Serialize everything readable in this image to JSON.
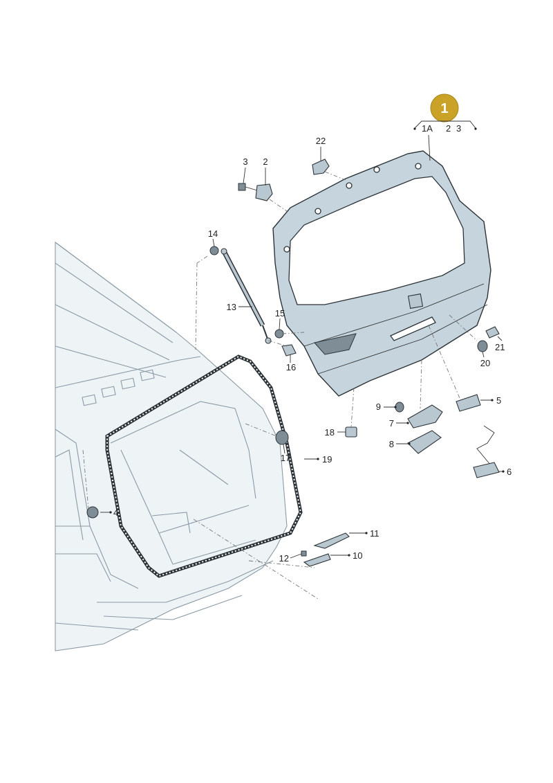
{
  "badge": {
    "text": "1",
    "color": "#c9a227"
  },
  "labels": {
    "l1A": "1A",
    "l2a": "2",
    "l3a": "3",
    "l2": "2",
    "l3": "3",
    "l4": "4",
    "l5": "5",
    "l6": "6",
    "l7": "7",
    "l8": "8",
    "l9": "9",
    "l10": "10",
    "l11": "11",
    "l12": "12",
    "l13": "13",
    "l14": "14",
    "l15": "15",
    "l16": "16",
    "l17": "17",
    "l18": "18",
    "l19": "19",
    "l20": "20",
    "l21": "21",
    "l22": "22"
  },
  "colors": {
    "gate": "#c5d4dd",
    "car_outline": "#8a9aa6",
    "text": "#222222"
  }
}
